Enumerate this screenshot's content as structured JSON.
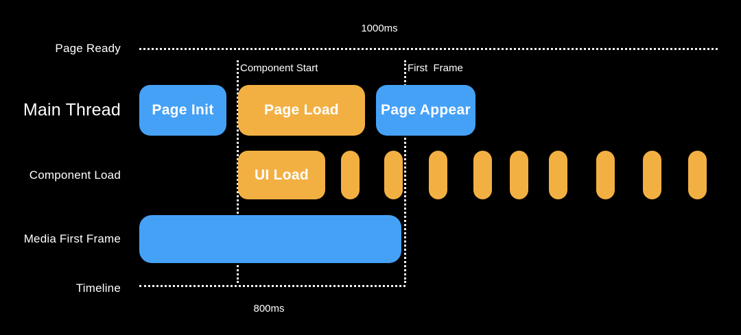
{
  "colors": {
    "background": "#000000",
    "blue": "#45a1f6",
    "orange": "#f2b043",
    "rule": "#f2f2f2",
    "text": "#ffffff"
  },
  "captions": {
    "top": "1000ms",
    "bottom": "800ms"
  },
  "rows": [
    {
      "key": "page_ready",
      "label": "Page Ready"
    },
    {
      "key": "main_thread",
      "label": "Main Thread"
    },
    {
      "key": "component_load",
      "label": "Component Load"
    },
    {
      "key": "media_first_frame",
      "label": "Media First Frame"
    },
    {
      "key": "timeline",
      "label": "Timeline"
    }
  ],
  "markers": [
    {
      "key": "component_start",
      "label": "Component Start"
    },
    {
      "key": "first_frame",
      "label": "First  Frame"
    }
  ],
  "main_thread_bars": [
    {
      "key": "page_init",
      "label": "Page Init",
      "color": "blue"
    },
    {
      "key": "page_load",
      "label": "Page Load",
      "color": "orange"
    },
    {
      "key": "page_appear",
      "label": "Page Appear",
      "color": "blue"
    }
  ],
  "component_load_bars": [
    {
      "key": "ui_load",
      "label": "UI Load",
      "color": "orange"
    },
    {
      "key": "task_1",
      "label": "",
      "color": "orange"
    },
    {
      "key": "task_2",
      "label": "",
      "color": "orange"
    },
    {
      "key": "task_3",
      "label": "",
      "color": "orange"
    },
    {
      "key": "task_4",
      "label": "",
      "color": "orange"
    },
    {
      "key": "task_5",
      "label": "",
      "color": "orange"
    },
    {
      "key": "task_6",
      "label": "",
      "color": "orange"
    },
    {
      "key": "task_7",
      "label": "",
      "color": "orange"
    },
    {
      "key": "task_8",
      "label": "",
      "color": "orange"
    },
    {
      "key": "task_9",
      "label": "",
      "color": "orange"
    }
  ],
  "media_first_frame_bars": [
    {
      "key": "media_bar",
      "label": "",
      "color": "blue"
    }
  ]
}
